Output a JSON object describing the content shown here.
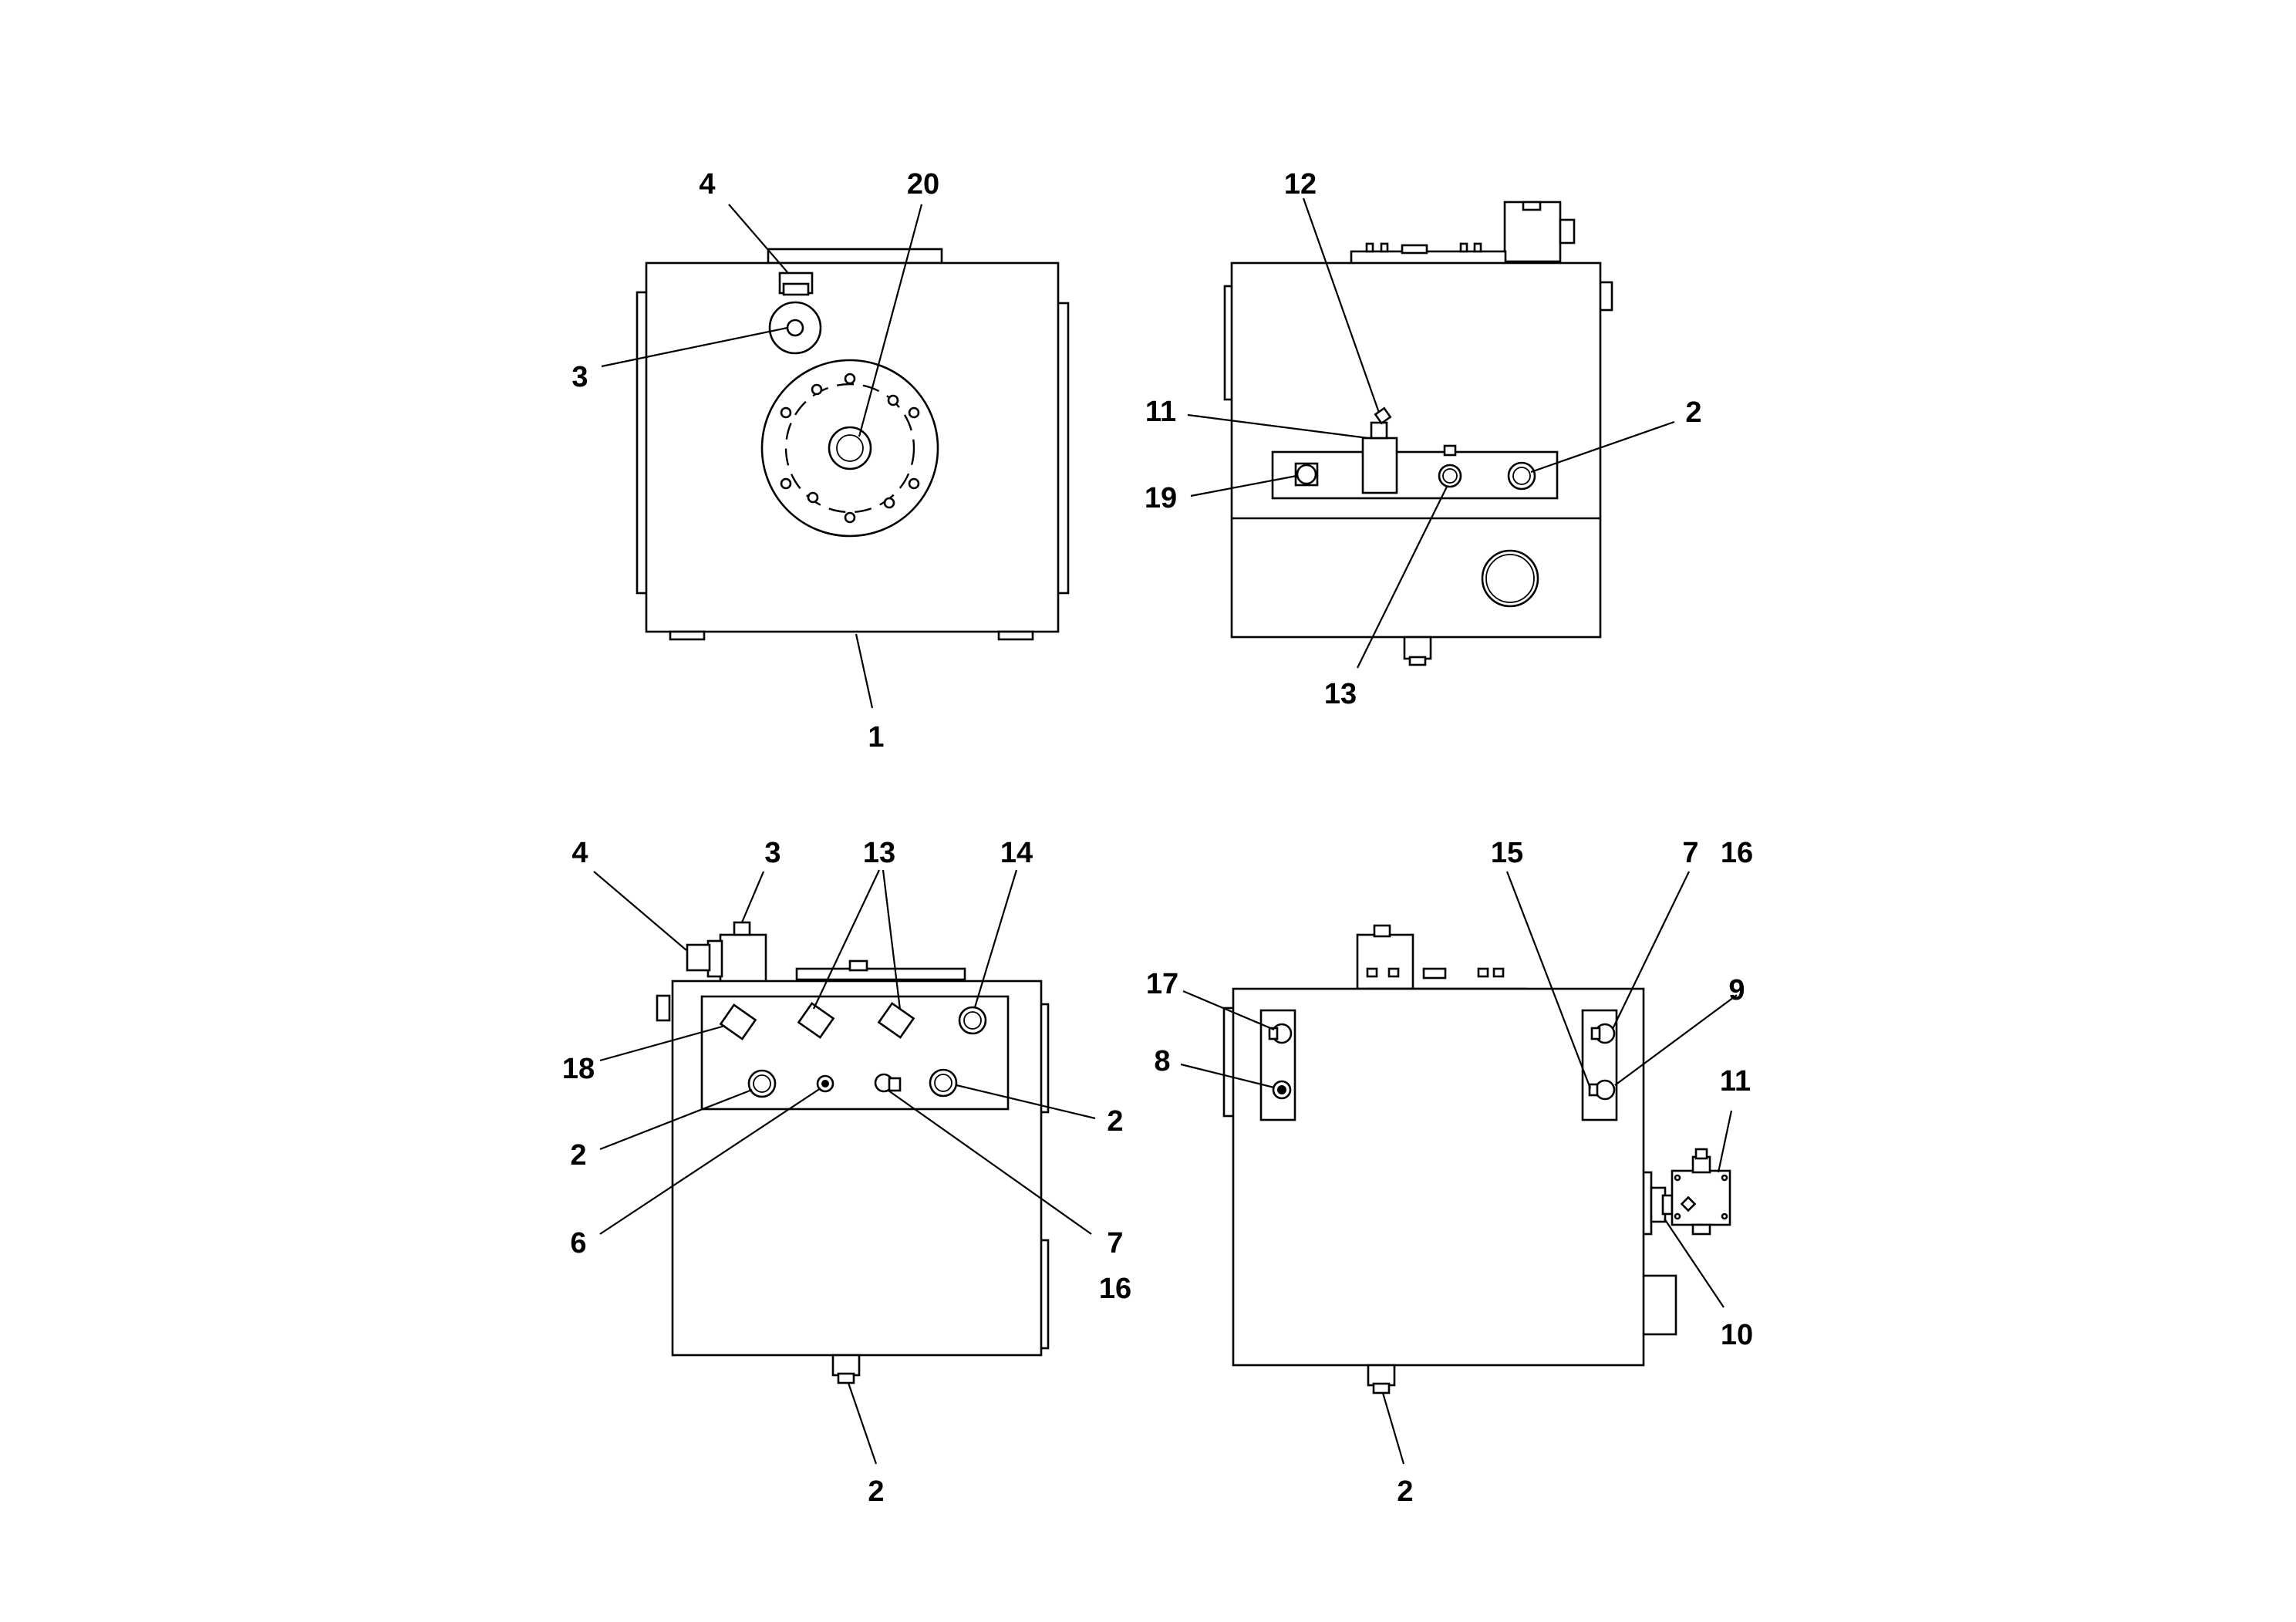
{
  "views": {
    "top_left": {
      "labels": [
        "4",
        "20",
        "3",
        "1"
      ]
    },
    "top_right": {
      "labels": [
        "12",
        "11",
        "2",
        "19",
        "13"
      ]
    },
    "bottom_left": {
      "labels": [
        "4",
        "3",
        "13",
        "14",
        "18",
        "2",
        "2",
        "6",
        "7",
        "16",
        "2"
      ]
    },
    "bottom_right": {
      "labels": [
        "15",
        "7",
        "16",
        "17",
        "9",
        "8",
        "11",
        "10",
        "2"
      ]
    }
  }
}
